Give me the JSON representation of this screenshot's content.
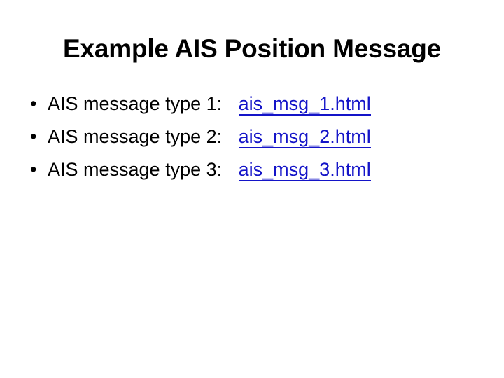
{
  "slide": {
    "title": "Example AIS Position Message",
    "bullet_marker": "•",
    "link_color": "#1414c8",
    "text_color": "#000000",
    "background_color": "#ffffff",
    "bullets": [
      {
        "label": "AIS message type 1:",
        "link_text": "ais_msg_1.html"
      },
      {
        "label": "AIS message type 2:",
        "link_text": "ais_msg_2.html"
      },
      {
        "label": "AIS message type 3:",
        "link_text": "ais_msg_3.html"
      }
    ]
  }
}
